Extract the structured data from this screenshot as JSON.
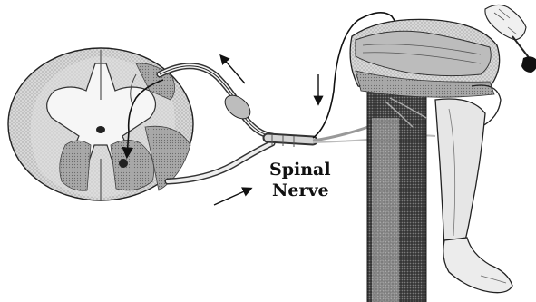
{
  "labels": {
    "spinal": "Spinal",
    "nerve": "Nerve"
  },
  "colors": {
    "background": "#ffffff",
    "ink": "#111111",
    "grey_matter_light": "#f1f1f1",
    "white_matter": "#d0d0d0",
    "ventral_horn": "#9a9a9a",
    "muscle": "#c8c8c8",
    "pant_dark": "#3a3a3a"
  },
  "elements": {
    "spinal_cord_cross_section": "spinal-cord-cross-section",
    "spinal_nerve": "spinal-nerve",
    "leg": "leg",
    "reflex_hammer": "reflex-hammer",
    "arrows": [
      "arrow-up-left",
      "arrow-down",
      "arrow-up-right"
    ]
  }
}
